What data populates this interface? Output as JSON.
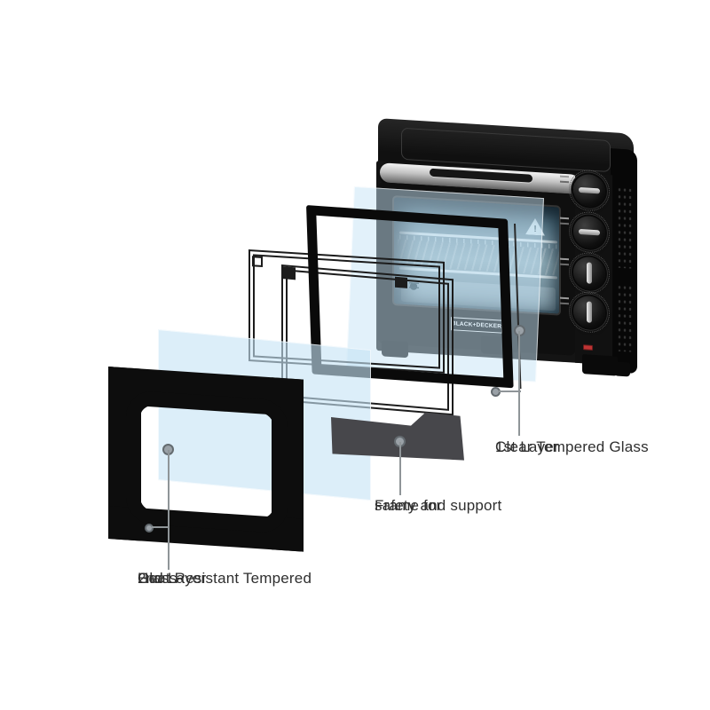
{
  "background": "#ffffff",
  "callouts": {
    "layer1": {
      "line1": "1st Layer",
      "line2": "Clear Tempered Glass"
    },
    "frame": {
      "line1": "Frame for",
      "line2": "safety and support"
    },
    "layer2": {
      "line1": "2nd Layer",
      "line2": "Heat Resistant Tempered",
      "line3": "Glass"
    }
  },
  "oven": {
    "brand_label": "BLACK+DECKER",
    "warning_glyph": "!",
    "knob_count": 4,
    "preset_icon_count": 5,
    "indicator_color": "#bf3434"
  },
  "colors": {
    "glass_pane_blue": "#cfe7f7",
    "door_panel_black": "#0d0d0d",
    "tempered_frame_black": "#0a0a0a",
    "support_frame_gray": "#47474b",
    "leader_gray": "#8f9598",
    "caption_text": "#2f2f2f",
    "oven_cavity_teal": "#7d9baa"
  }
}
